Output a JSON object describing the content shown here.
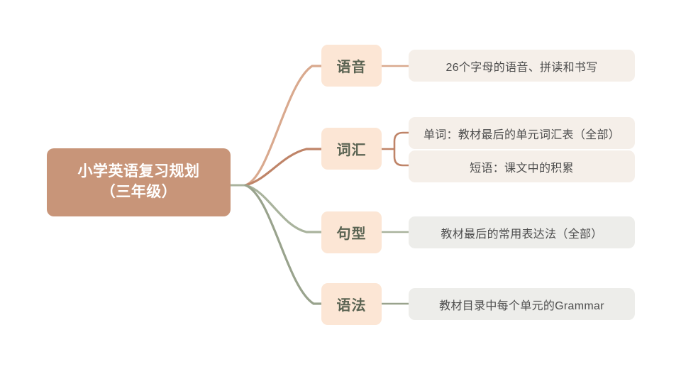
{
  "diagram": {
    "type": "mind-map",
    "background": "#ffffff",
    "root": {
      "label": "小学英语复习规划\n（三年级）",
      "color": "#c89579",
      "text_color": "#ffffff"
    },
    "branches": [
      {
        "label": "语音",
        "node_color": "#fce6d5",
        "node_text_color": "#5a6352",
        "connector_color": "#d9a98e",
        "children": [
          {
            "label": "26个字母的语音、拼读和书写",
            "color": "#f5efe9"
          }
        ]
      },
      {
        "label": "词汇",
        "node_color": "#fce6d5",
        "node_text_color": "#5a6352",
        "connector_color": "#bf8468",
        "children": [
          {
            "label": "单词：教材最后的单元词汇表（全部）",
            "color": "#f5efe9"
          },
          {
            "label": "短语：课文中的积累",
            "color": "#f5efe9"
          }
        ]
      },
      {
        "label": "句型",
        "node_color": "#fce6d5",
        "node_text_color": "#5a6352",
        "connector_color": "#a9b39d",
        "children": [
          {
            "label": "教材最后的常用表达法（全部）",
            "color": "#ededea"
          }
        ]
      },
      {
        "label": "语法",
        "node_color": "#fce6d5",
        "node_text_color": "#5a6352",
        "connector_color": "#99a38d",
        "children": [
          {
            "label": "教材目录中每个单元的Grammar",
            "color": "#ededea"
          }
        ]
      }
    ]
  }
}
